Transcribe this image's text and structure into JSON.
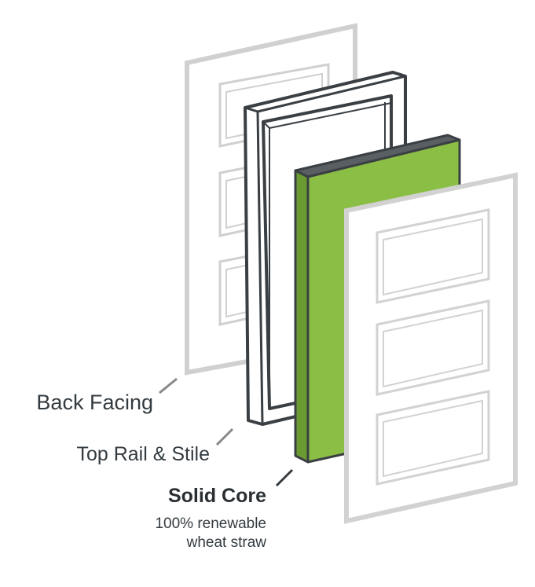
{
  "labels": {
    "back_facing": "Back Facing",
    "top_rail_stile": "Top Rail & Stile",
    "solid_core": "Solid Core",
    "core_desc_line1": "100% renewable",
    "core_desc_line2": "wheat straw"
  },
  "colors": {
    "back_facing": "#cfcfcf",
    "frame": "#3a3f44",
    "core": "#8bbe45",
    "front_facing": "#d2d2d2",
    "leader": "#888888"
  }
}
